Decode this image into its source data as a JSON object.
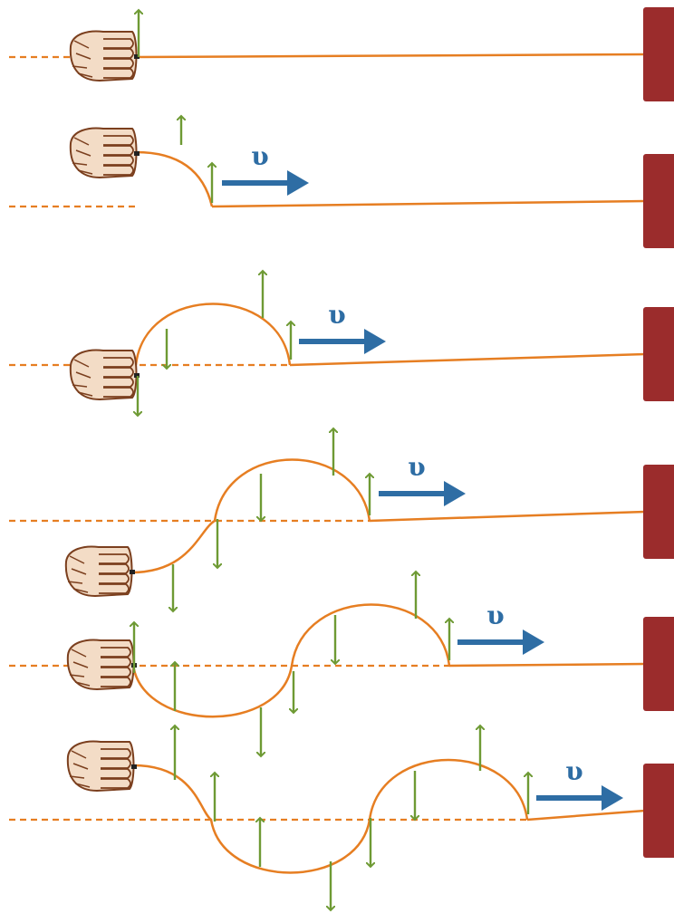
{
  "colors": {
    "rope": "#E67E22",
    "wall": "#9B2C2C",
    "arrow_velocity": "#2E6DA4",
    "arrow_displacement": "#6E9A34",
    "hand_line": "#7B3F1E",
    "hand_fill": "#F3DCC6"
  },
  "velocity_symbol": "υ",
  "rows": [
    {
      "stage": 0,
      "has_velocity": false
    },
    {
      "stage": 1,
      "has_velocity": true
    },
    {
      "stage": 2,
      "has_velocity": true
    },
    {
      "stage": 3,
      "has_velocity": true
    },
    {
      "stage": 4,
      "has_velocity": true
    },
    {
      "stage": 5,
      "has_velocity": true
    }
  ],
  "icons": [
    "hand-icon",
    "wall-icon",
    "velocity-arrow-icon",
    "displacement-arrow-icon"
  ]
}
